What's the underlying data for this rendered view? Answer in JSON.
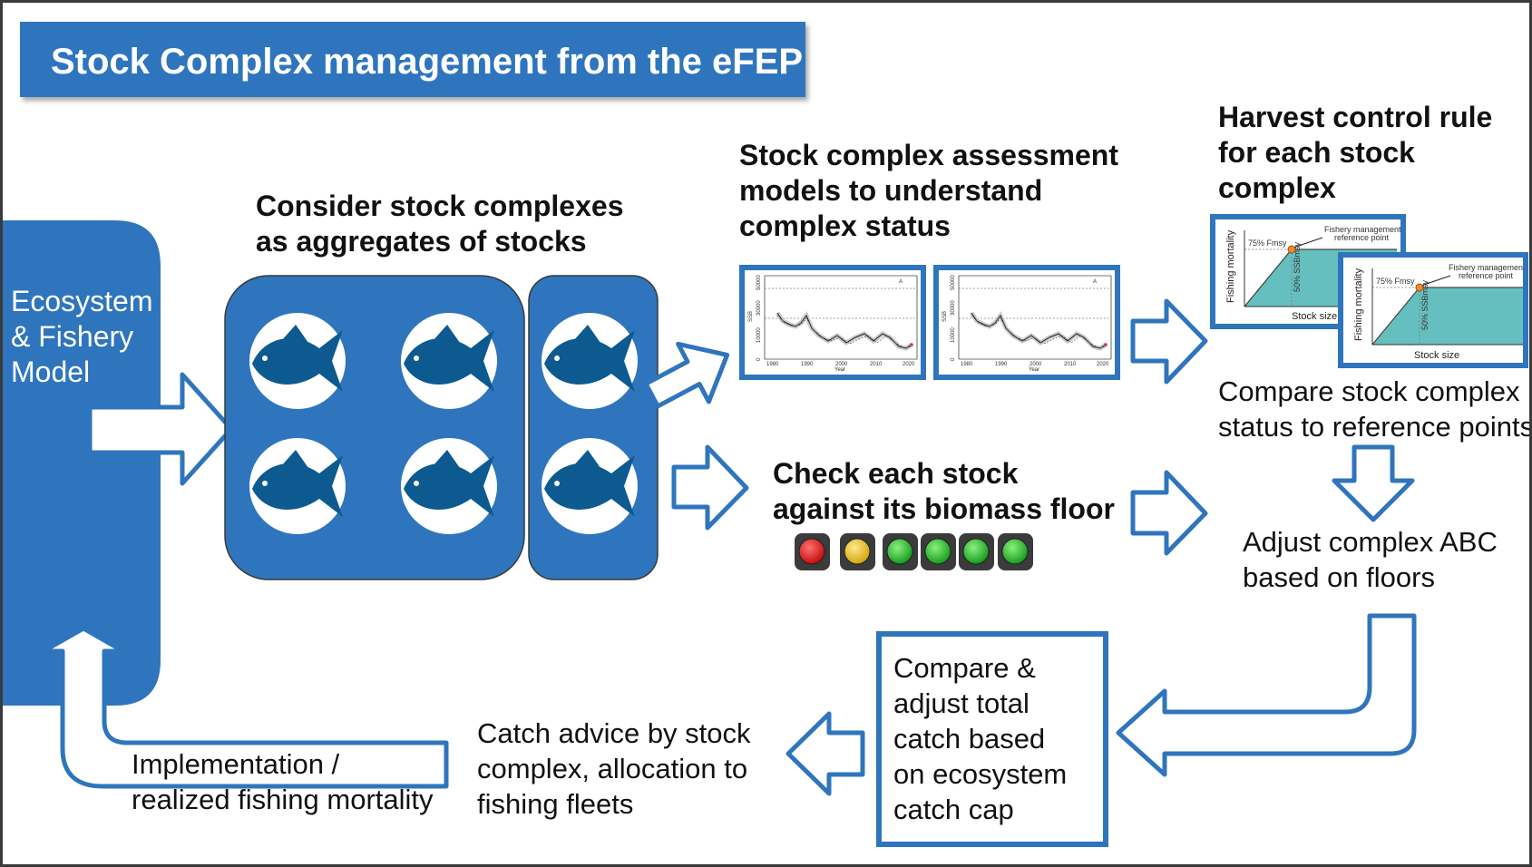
{
  "title": "Stock Complex management from the eFEP",
  "ecosystem_model": [
    "Ecosystem",
    "& Fishery",
    "Model"
  ],
  "consider": {
    "line1": "Consider stock complexes",
    "line2": "as aggregates of stocks"
  },
  "assessment": {
    "line1": "Stock complex assessment",
    "line2": "models to understand",
    "line3": "complex status",
    "chart": {
      "ylabel": "SSB",
      "xlabel": "Year",
      "panel_label": "A",
      "xticks": [
        "1980",
        "1990",
        "2000",
        "2010",
        "2020"
      ],
      "yticks": [
        "0",
        "10000",
        "30000",
        "50000"
      ]
    }
  },
  "hcr": {
    "line1": "Harvest control rule",
    "line2": "for each stock",
    "line3": "complex",
    "ylabel": "Fishing mortality",
    "xlabel": "Stock size",
    "fmsy_label": "75% Fmsy",
    "ssb_label": "50% SSBmsy",
    "ref_label_1": "Fishery management",
    "ref_label_2": "reference point"
  },
  "compare_status": {
    "line1": "Compare stock complex",
    "line2": "status to reference points"
  },
  "check_stock": {
    "line1": "Check each stock",
    "line2": "against its biomass floor"
  },
  "traffic_lights": {
    "colors": [
      "#e01b1b",
      "#e8c41c",
      "#1fbf2a",
      "#1fbf2a",
      "#1fbf2a",
      "#1fbf2a"
    ],
    "states": [
      "red",
      "yellow",
      "green",
      "green",
      "green",
      "green"
    ]
  },
  "adjust_abc": {
    "line1": "Adjust complex ABC",
    "line2": "based on floors"
  },
  "compare_adjust": [
    "Compare &",
    "adjust total",
    "catch based",
    "on ecosystem",
    "catch cap"
  ],
  "catch_advice": [
    "Catch advice by stock",
    "complex, allocation to",
    "fishing fleets"
  ],
  "implementation": {
    "line1": "Implementation /",
    "line2": "realized fishing mortality"
  },
  "colors": {
    "primary_blue": "#2f75bd",
    "fish_blue": "#0c5a8f",
    "outline": "#3a3a3a"
  },
  "fish_icon_count": 6
}
